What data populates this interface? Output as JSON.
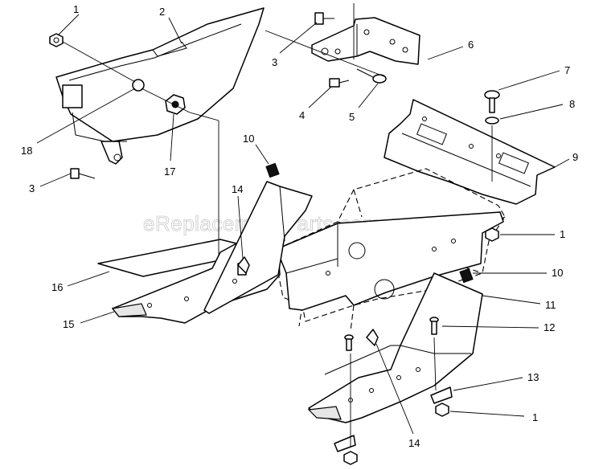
{
  "watermark": "eReplacementParts.com",
  "callouts": [
    {
      "id": "c1a",
      "label": "1"
    },
    {
      "id": "c2",
      "label": "2"
    },
    {
      "id": "c3a",
      "label": "3"
    },
    {
      "id": "c6",
      "label": "6"
    },
    {
      "id": "c4",
      "label": "4"
    },
    {
      "id": "c5",
      "label": "5"
    },
    {
      "id": "c7",
      "label": "7"
    },
    {
      "id": "c8",
      "label": "8"
    },
    {
      "id": "c9",
      "label": "9"
    },
    {
      "id": "c18",
      "label": "18"
    },
    {
      "id": "c17",
      "label": "17"
    },
    {
      "id": "c10a",
      "label": "10"
    },
    {
      "id": "c3b",
      "label": "3"
    },
    {
      "id": "c14a",
      "label": "14"
    },
    {
      "id": "c1b",
      "label": "1"
    },
    {
      "id": "c16",
      "label": "16"
    },
    {
      "id": "c10b",
      "label": "10"
    },
    {
      "id": "c11",
      "label": "11"
    },
    {
      "id": "c15",
      "label": "15"
    },
    {
      "id": "c12",
      "label": "12"
    },
    {
      "id": "c13",
      "label": "13"
    },
    {
      "id": "c1c",
      "label": "1"
    },
    {
      "id": "c14b",
      "label": "14"
    }
  ]
}
